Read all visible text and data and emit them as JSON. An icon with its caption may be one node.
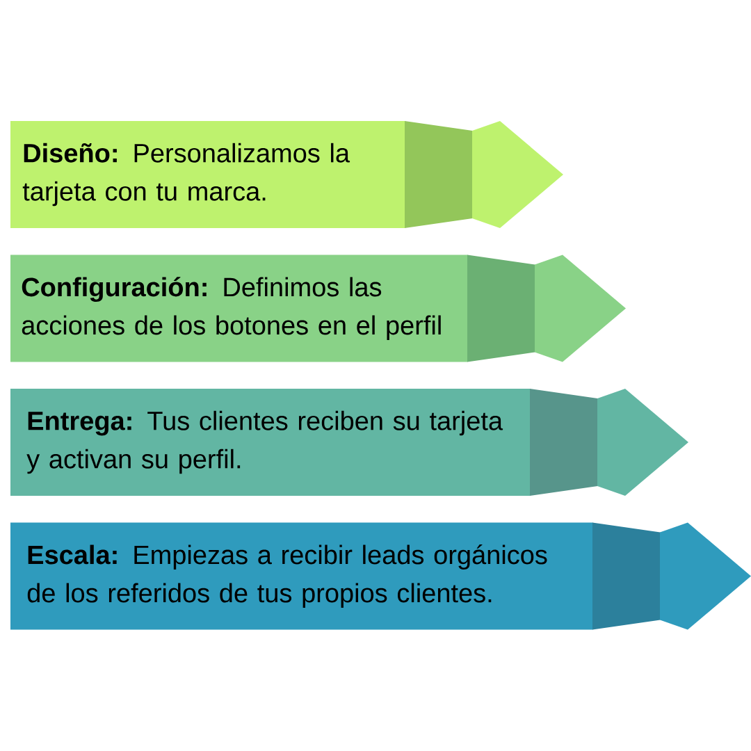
{
  "diagram": {
    "nodes": [
      {
        "text": [
          "**Diseño:** Personalizamos la tarjeta con tu marca."
        ]
      },
      {
        "text": [
          "**Configuración:** Definimos las acciones de los botones en el perfil"
        ]
      },
      {
        "text": [
          "**Entrega:** Tus clientes reciben su tarjeta y activan su perfil."
        ]
      },
      {
        "text": [
          "**Escala:** Empiezas a recibir leads orgánicos de los referidos de tus propios clientes."
        ]
      }
    ]
  }
}
